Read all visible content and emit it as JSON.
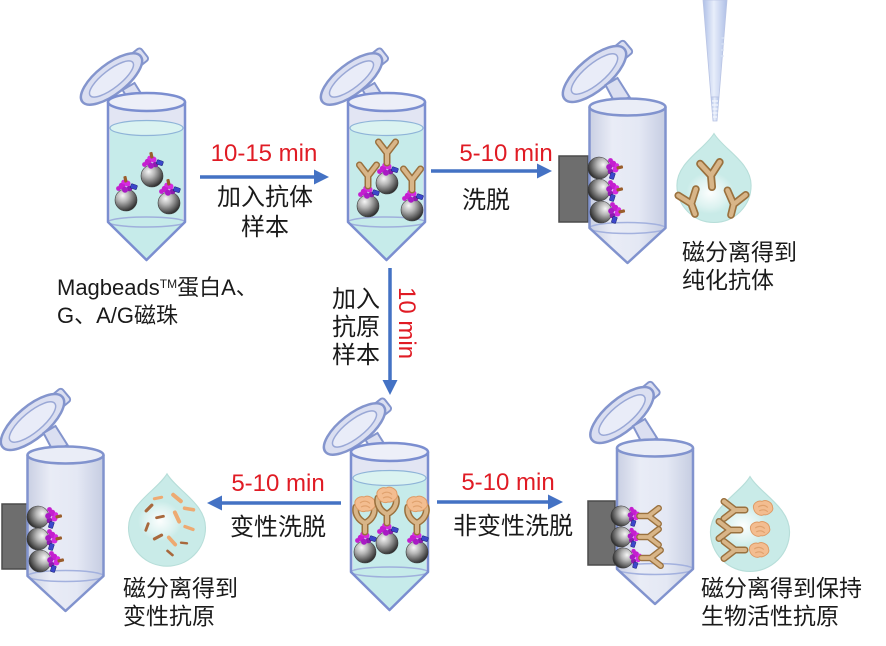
{
  "diagram": {
    "reagent_label": {
      "brand": "Magbeads",
      "trademark": "TM",
      "line1_rest": "蛋白A、",
      "line2": "G、A/G磁珠"
    },
    "steps": [
      {
        "id": "add-antibody",
        "time": "10-15 min",
        "action": [
          "加入抗体",
          "样本"
        ],
        "direction": "right"
      },
      {
        "id": "elution",
        "time": "5-10 min",
        "action": [
          "洗脱"
        ],
        "direction": "right"
      },
      {
        "id": "add-antigen",
        "time": "10 min",
        "action": [
          "加入",
          "抗原",
          "样本"
        ],
        "direction": "down"
      },
      {
        "id": "denaturing-elution",
        "time": "5-10 min",
        "action": [
          "变性洗脱"
        ],
        "direction": "left"
      },
      {
        "id": "non-denaturing-elution",
        "time": "5-10 min",
        "action": [
          "非变性洗脱"
        ],
        "direction": "right"
      }
    ],
    "results": [
      {
        "id": "purified-antibody",
        "line1": "磁分离得到",
        "line2": "纯化抗体"
      },
      {
        "id": "denatured-antigen",
        "line1": "磁分离得到",
        "line2": "变性抗原"
      },
      {
        "id": "native-antigen",
        "line1": "磁分离得到保持",
        "line2": "生物活性抗原"
      }
    ],
    "colors": {
      "time_text": "#e01b24",
      "arrow": "#4472c4",
      "label_text": "#1a1a1a",
      "tube_outline": "#7b8ed0",
      "tube_body": "#e2e5f3",
      "liquid": "#c6ebea",
      "droplet": "#c9ebe8",
      "magnet": "#6e6e6e",
      "bead_sphere": "#222222",
      "bead_protein": "#c41ecf",
      "antibody": "#d8b588",
      "antigen": "#f3bd90"
    }
  }
}
